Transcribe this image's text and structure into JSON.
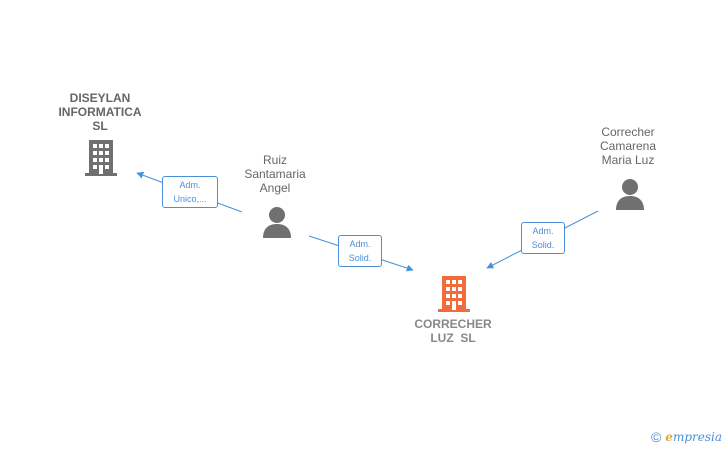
{
  "nodes": {
    "diseylan": {
      "lines": [
        "DISEYLAN",
        "INFORMATICA",
        "SL"
      ],
      "type": "company"
    },
    "ruiz": {
      "lines": [
        "Ruiz",
        "Santamaria",
        "Angel"
      ],
      "type": "person"
    },
    "correcher_person": {
      "lines": [
        "Correcher",
        "Camarena",
        "Maria Luz"
      ],
      "type": "person"
    },
    "correcher_luz": {
      "lines": [
        "CORRECHER",
        "LUZ  SL"
      ],
      "type": "company-main"
    }
  },
  "edges": {
    "ruiz_to_diseylan": {
      "lines": [
        "Adm.",
        "Unico,..."
      ]
    },
    "ruiz_to_correcher_luz": {
      "lines": [
        "Adm.",
        "Solid."
      ]
    },
    "correcher_person_to_correcher_luz": {
      "lines": [
        "Adm.",
        "Solid."
      ]
    }
  },
  "footer": {
    "copyright_symbol": "©",
    "brand_initial": "e",
    "brand_rest": "mpresia"
  },
  "colors": {
    "company_icon": "#707070",
    "main_company_icon": "#f26b3a",
    "person_icon": "#707070",
    "edge": "#4a90d9"
  }
}
